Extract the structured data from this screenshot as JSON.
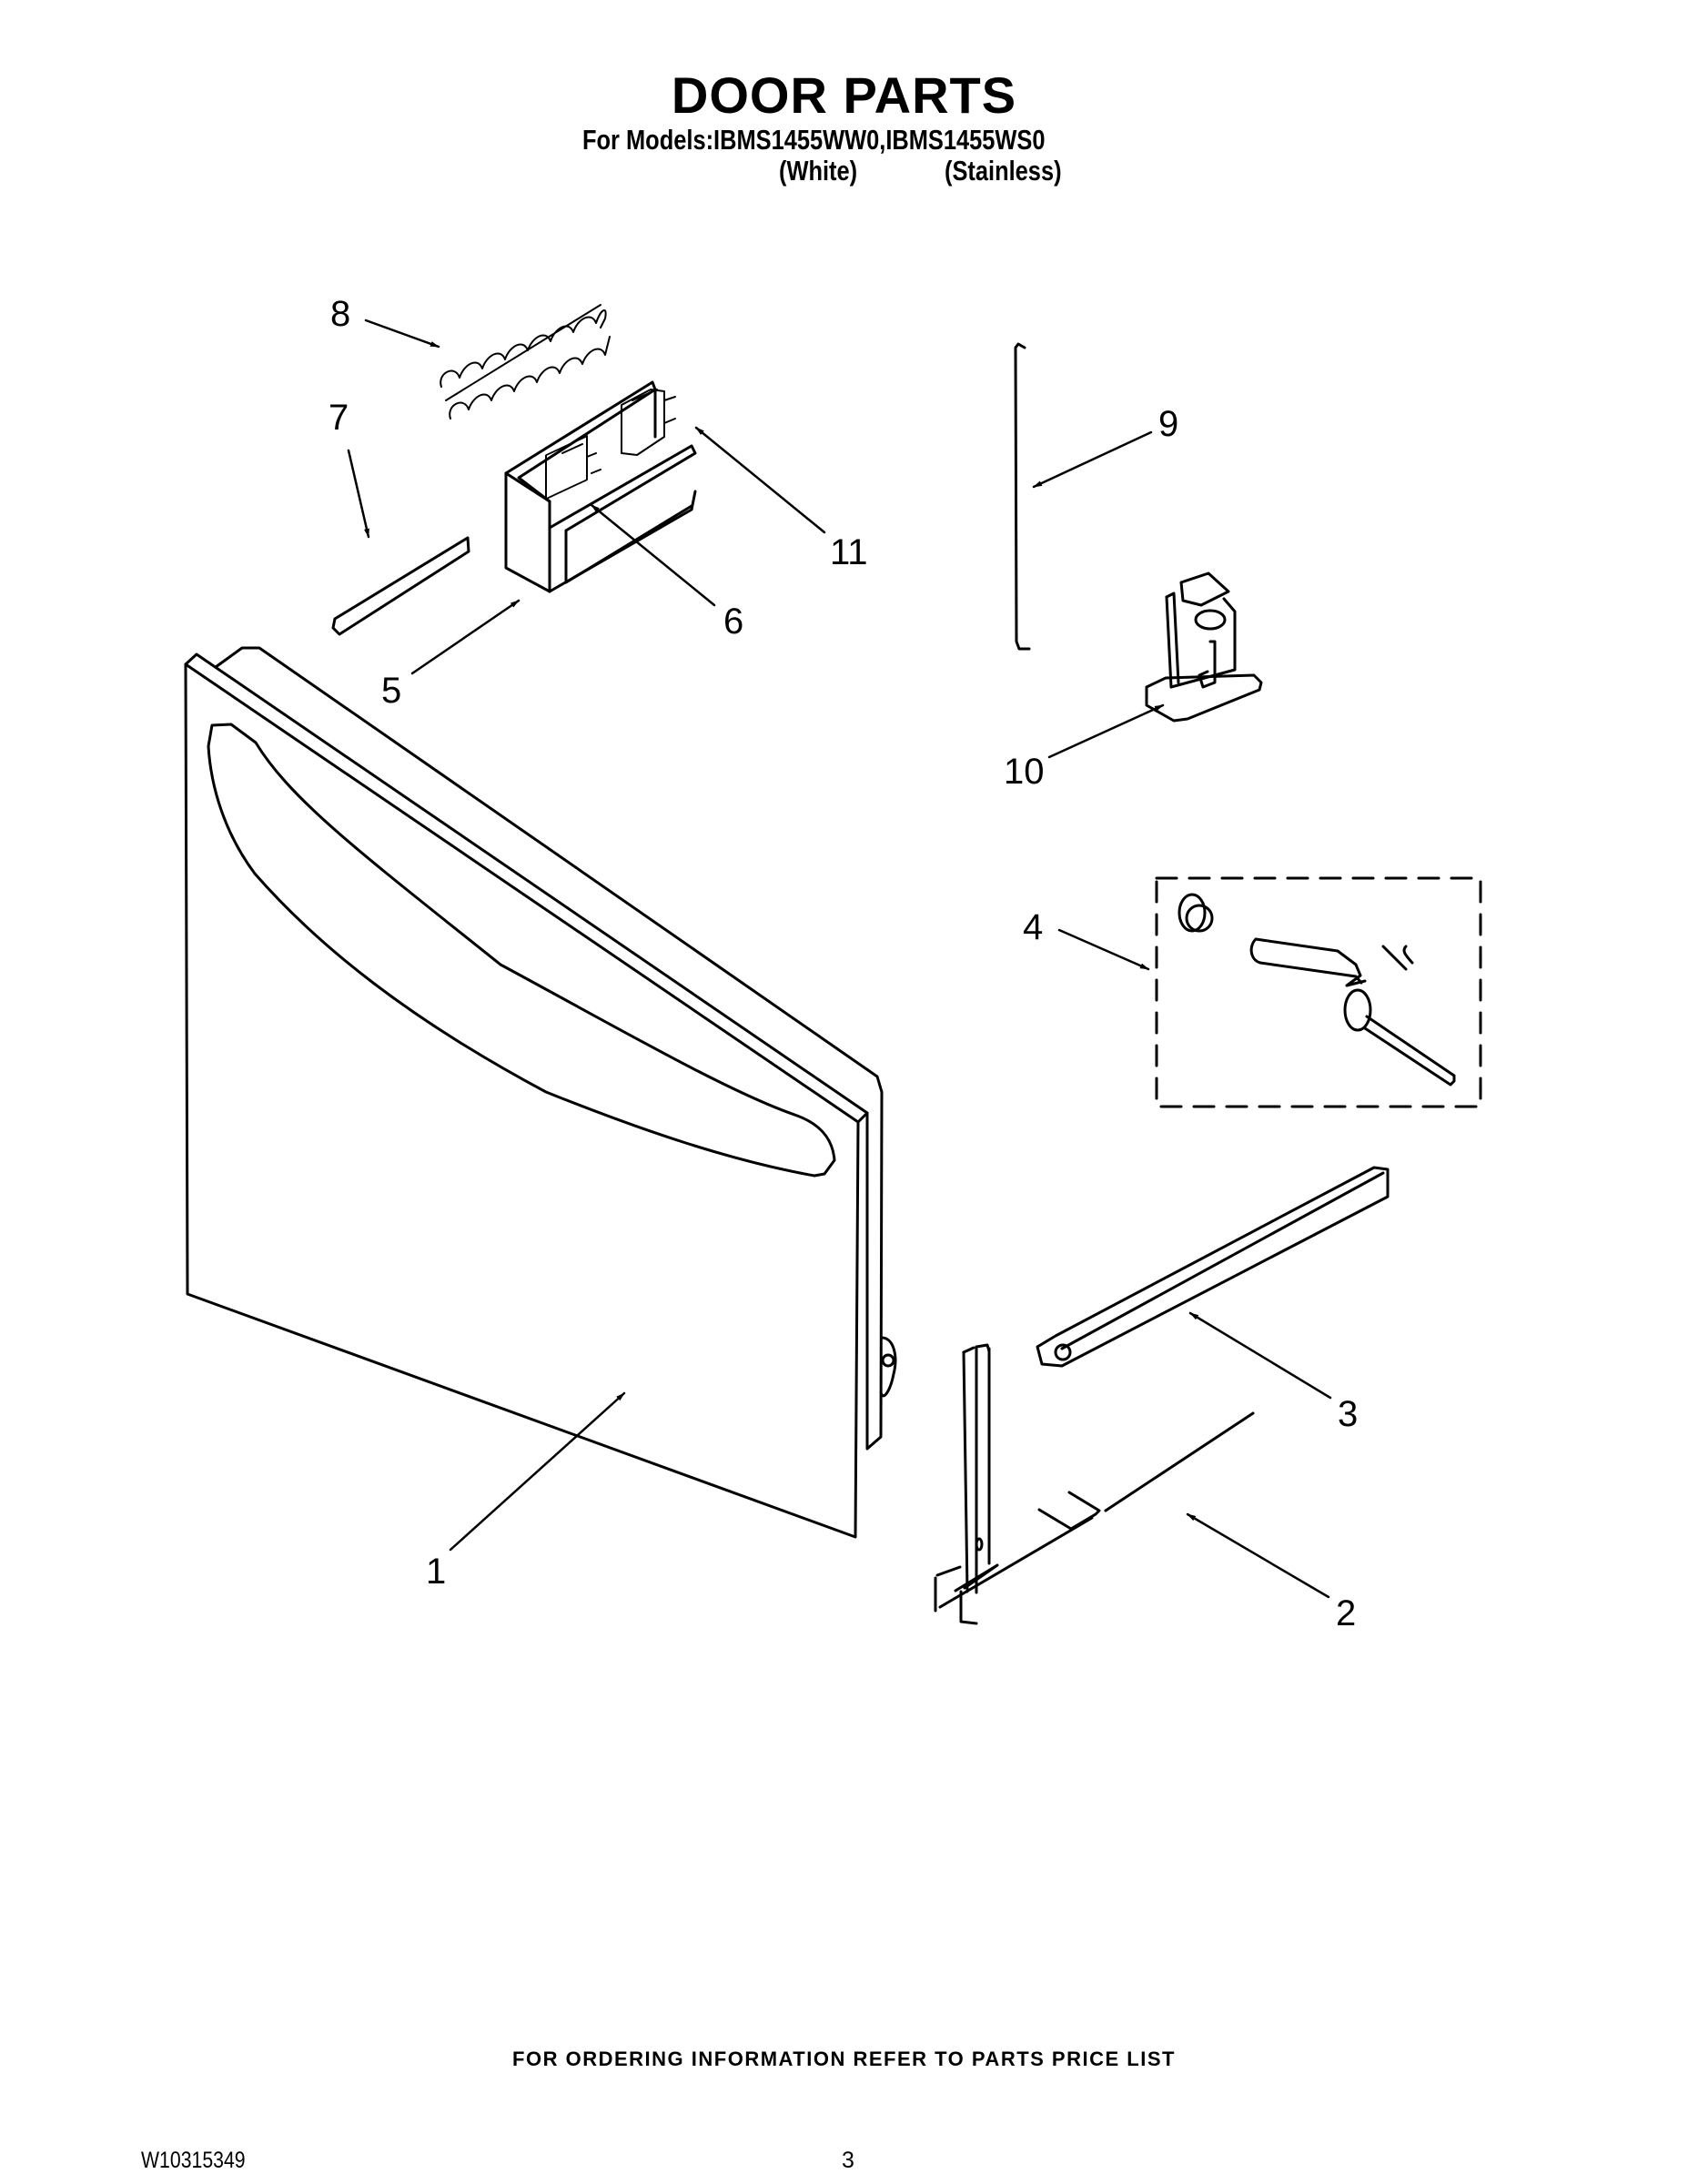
{
  "header": {
    "title": "DOOR PARTS",
    "models_line": "For Models:IBMS1455WW0,IBMS1455WS0",
    "models": [
      {
        "model": "IBMS1455WW0",
        "variant": "(White)"
      },
      {
        "model": "IBMS1455WS0",
        "variant": "(Stainless)"
      }
    ]
  },
  "diagram": {
    "callouts": [
      {
        "number": "1",
        "part": "door-panel"
      },
      {
        "number": "2",
        "part": "door-frame-bracket"
      },
      {
        "number": "3",
        "part": "door-arm"
      },
      {
        "number": "4",
        "part": "hinge-kit"
      },
      {
        "number": "5",
        "part": "switch-housing"
      },
      {
        "number": "6",
        "part": "switch"
      },
      {
        "number": "7",
        "part": "trim-strip"
      },
      {
        "number": "8",
        "part": "spring"
      },
      {
        "number": "9",
        "part": "rod"
      },
      {
        "number": "10",
        "part": "latch-bracket"
      },
      {
        "number": "11",
        "part": "switch"
      }
    ],
    "line_color": "#000000",
    "background": "#ffffff"
  },
  "footer": {
    "ordering_note": "FOR ORDERING INFORMATION REFER TO PARTS PRICE LIST",
    "document_number": "W10315349",
    "page_number": "3"
  }
}
